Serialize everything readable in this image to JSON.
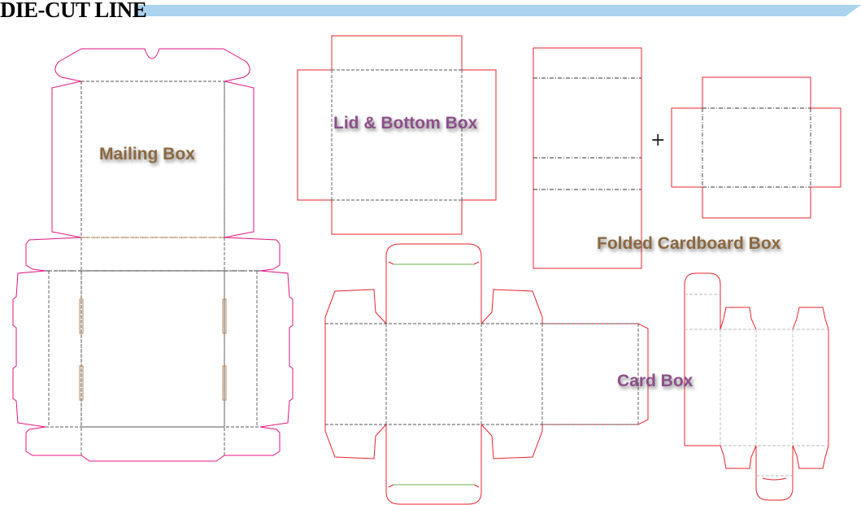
{
  "header": {
    "title": "DIE-CUT LINE",
    "band_color": "#a9d3ee"
  },
  "labels": {
    "mailing_box": "Mailing Box",
    "lid_bottom_box": "Lid & Bottom Box",
    "folded_cardboard_box": "Folded Cardboard Box",
    "card_box": "Card Box",
    "plus": "+"
  },
  "colors": {
    "cut_magenta": "#e0147f",
    "cut_red": "#e8232d",
    "fold_dashed": "#555555",
    "label_brown": "#8b6840",
    "label_purple": "#8c4f8a"
  }
}
